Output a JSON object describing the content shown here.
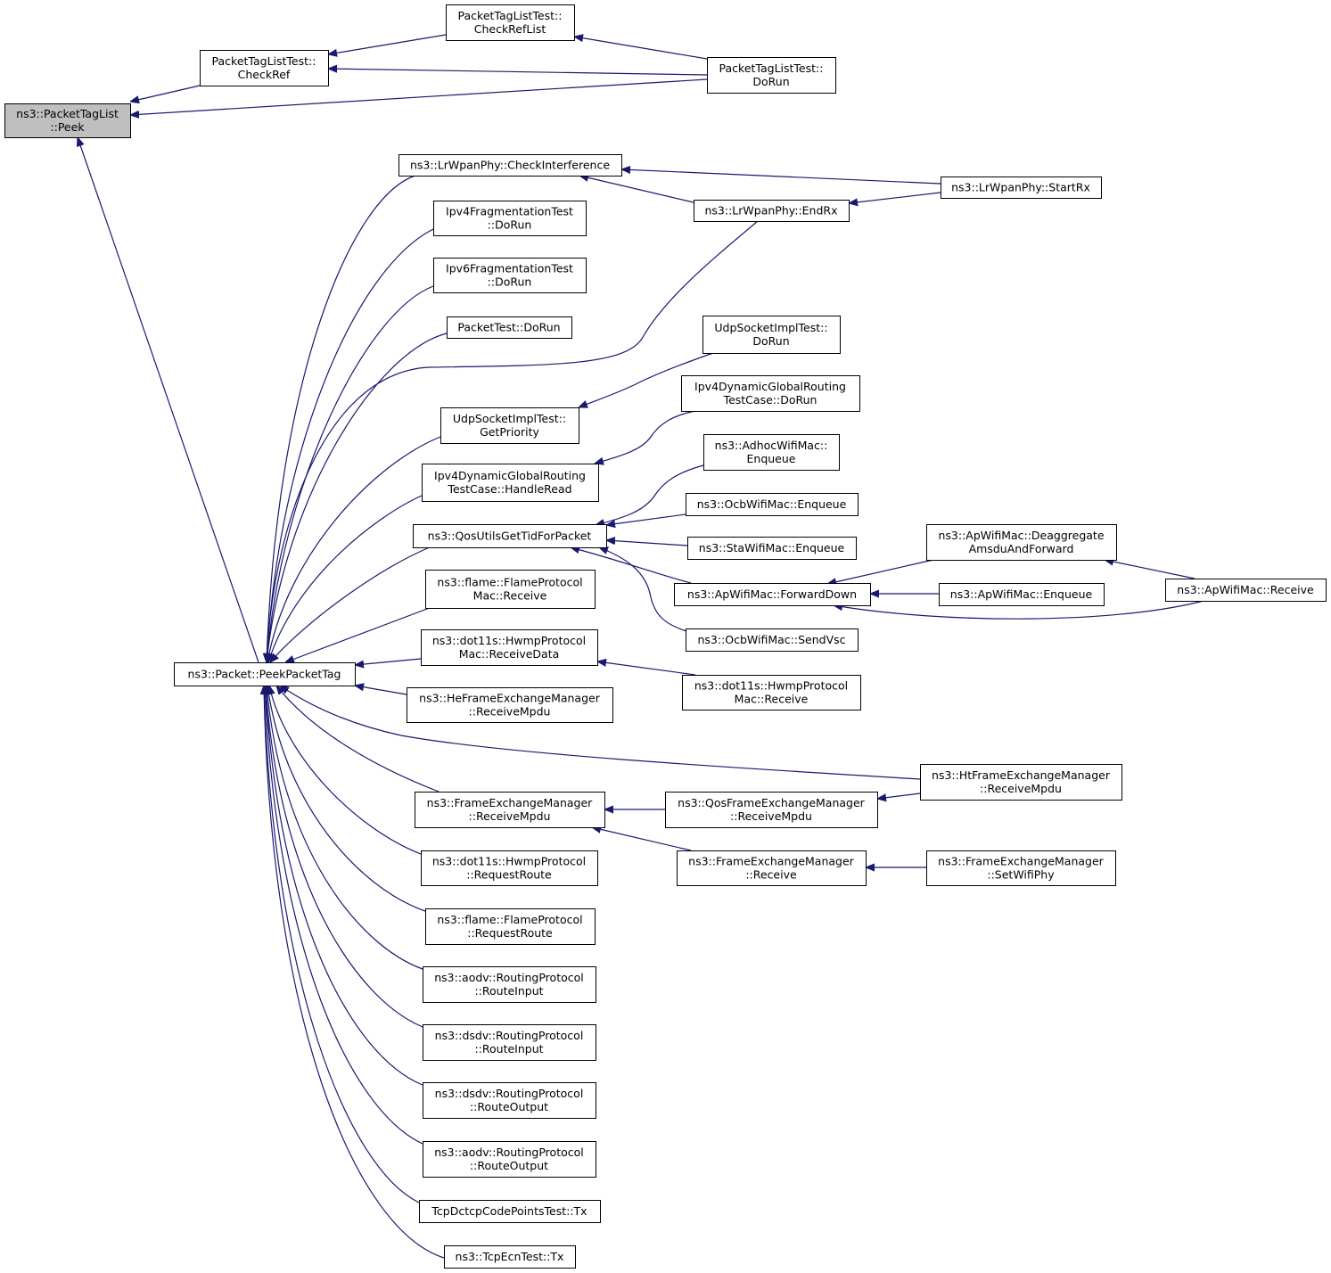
{
  "colors": {
    "edge": "#191970",
    "node_border": "#000000",
    "node_fill": "#ffffff",
    "root_fill": "#bfbfbf"
  },
  "nodes": [
    {
      "id": "peek",
      "lines": [
        "ns3::PacketTagList",
        "::Peek"
      ],
      "root": true
    },
    {
      "id": "checkref",
      "lines": [
        "PacketTagListTest::",
        "CheckRef"
      ]
    },
    {
      "id": "checkreflist",
      "lines": [
        "PacketTagListTest::",
        "CheckRefList"
      ]
    },
    {
      "id": "ptl-dorun",
      "lines": [
        "PacketTagListTest::",
        "DoRun"
      ]
    },
    {
      "id": "peekpackettag",
      "lines": [
        "ns3::Packet::PeekPacketTag"
      ]
    },
    {
      "id": "checkinterference",
      "lines": [
        "ns3::LrWpanPhy::CheckInterference"
      ]
    },
    {
      "id": "startrx",
      "lines": [
        "ns3::LrWpanPhy::StartRx"
      ]
    },
    {
      "id": "endrx",
      "lines": [
        "ns3::LrWpanPhy::EndRx"
      ]
    },
    {
      "id": "ipv4frag",
      "lines": [
        "Ipv4FragmentationTest",
        "::DoRun"
      ]
    },
    {
      "id": "ipv6frag",
      "lines": [
        "Ipv6FragmentationTest",
        "::DoRun"
      ]
    },
    {
      "id": "packettest",
      "lines": [
        "PacketTest::DoRun"
      ]
    },
    {
      "id": "udp-dorun",
      "lines": [
        "UdpSocketImplTest::",
        "DoRun"
      ]
    },
    {
      "id": "udp-getpriority",
      "lines": [
        "UdpSocketImplTest::",
        "GetPriority"
      ]
    },
    {
      "id": "ipv4dyn-dorun",
      "lines": [
        "Ipv4DynamicGlobalRouting",
        "TestCase::DoRun"
      ]
    },
    {
      "id": "ipv4dyn-handleread",
      "lines": [
        "Ipv4DynamicGlobalRouting",
        "TestCase::HandleRead"
      ]
    },
    {
      "id": "adhoc-enqueue",
      "lines": [
        "ns3::AdhocWifiMac::",
        "Enqueue"
      ]
    },
    {
      "id": "ocb-enqueue",
      "lines": [
        "ns3::OcbWifiMac::Enqueue"
      ]
    },
    {
      "id": "qosutils",
      "lines": [
        "ns3::QosUtilsGetTidForPacket"
      ]
    },
    {
      "id": "sta-enqueue",
      "lines": [
        "ns3::StaWifiMac::Enqueue"
      ]
    },
    {
      "id": "ap-deaggregate",
      "lines": [
        "ns3::ApWifiMac::Deaggregate",
        "AmsduAndForward"
      ]
    },
    {
      "id": "ap-forwarddown",
      "lines": [
        "ns3::ApWifiMac::ForwardDown"
      ]
    },
    {
      "id": "ap-enqueue",
      "lines": [
        "ns3::ApWifiMac::Enqueue"
      ]
    },
    {
      "id": "ap-receive",
      "lines": [
        "ns3::ApWifiMac::Receive"
      ]
    },
    {
      "id": "ocb-sendvsc",
      "lines": [
        "ns3::OcbWifiMac::SendVsc"
      ]
    },
    {
      "id": "flame-receive",
      "lines": [
        "ns3::flame::FlameProtocol",
        "Mac::Receive"
      ]
    },
    {
      "id": "hwmp-receivedata",
      "lines": [
        "ns3::dot11s::HwmpProtocol",
        "Mac::ReceiveData"
      ]
    },
    {
      "id": "hwmp-receive",
      "lines": [
        "ns3::dot11s::HwmpProtocol",
        "Mac::Receive"
      ]
    },
    {
      "id": "he-receivempdu",
      "lines": [
        "ns3::HeFrameExchangeManager",
        "::ReceiveMpdu"
      ]
    },
    {
      "id": "ht-receivempdu",
      "lines": [
        "ns3::HtFrameExchangeManager",
        "::ReceiveMpdu"
      ]
    },
    {
      "id": "fem-receivempdu",
      "lines": [
        "ns3::FrameExchangeManager",
        "::ReceiveMpdu"
      ]
    },
    {
      "id": "qosfem-receivempdu",
      "lines": [
        "ns3::QosFrameExchangeManager",
        "::ReceiveMpdu"
      ]
    },
    {
      "id": "fem-receive",
      "lines": [
        "ns3::FrameExchangeManager",
        "::Receive"
      ]
    },
    {
      "id": "fem-setwifiphy",
      "lines": [
        "ns3::FrameExchangeManager",
        "::SetWifiPhy"
      ]
    },
    {
      "id": "hwmp-requestroute",
      "lines": [
        "ns3::dot11s::HwmpProtocol",
        "::RequestRoute"
      ]
    },
    {
      "id": "flame-requestroute",
      "lines": [
        "ns3::flame::FlameProtocol",
        "::RequestRoute"
      ]
    },
    {
      "id": "aodv-routeinput",
      "lines": [
        "ns3::aodv::RoutingProtocol",
        "::RouteInput"
      ]
    },
    {
      "id": "dsdv-routeinput",
      "lines": [
        "ns3::dsdv::RoutingProtocol",
        "::RouteInput"
      ]
    },
    {
      "id": "dsdv-routeoutput",
      "lines": [
        "ns3::dsdv::RoutingProtocol",
        "::RouteOutput"
      ]
    },
    {
      "id": "aodv-routeoutput",
      "lines": [
        "ns3::aodv::RoutingProtocol",
        "::RouteOutput"
      ]
    },
    {
      "id": "tcpdctcp-tx",
      "lines": [
        "TcpDctcpCodePointsTest::Tx"
      ]
    },
    {
      "id": "tcpecn-tx",
      "lines": [
        "ns3::TcpEcnTest::Tx"
      ]
    }
  ],
  "edges": [
    {
      "from": "checkref",
      "to": "peek"
    },
    {
      "from": "ptl-dorun",
      "to": "peek"
    },
    {
      "from": "peekpackettag",
      "to": "peek"
    },
    {
      "from": "checkreflist",
      "to": "checkref"
    },
    {
      "from": "ptl-dorun",
      "to": "checkref"
    },
    {
      "from": "ptl-dorun",
      "to": "checkreflist"
    },
    {
      "from": "checkinterference",
      "to": "peekpackettag"
    },
    {
      "from": "ipv4frag",
      "to": "peekpackettag"
    },
    {
      "from": "ipv6frag",
      "to": "peekpackettag"
    },
    {
      "from": "packettest",
      "to": "peekpackettag"
    },
    {
      "from": "endrx",
      "to": "peekpackettag"
    },
    {
      "from": "udp-getpriority",
      "to": "peekpackettag"
    },
    {
      "from": "ipv4dyn-handleread",
      "to": "peekpackettag"
    },
    {
      "from": "qosutils",
      "to": "peekpackettag"
    },
    {
      "from": "flame-receive",
      "to": "peekpackettag"
    },
    {
      "from": "hwmp-receivedata",
      "to": "peekpackettag"
    },
    {
      "from": "he-receivempdu",
      "to": "peekpackettag"
    },
    {
      "from": "ht-receivempdu",
      "to": "peekpackettag"
    },
    {
      "from": "fem-receivempdu",
      "to": "peekpackettag"
    },
    {
      "from": "hwmp-requestroute",
      "to": "peekpackettag"
    },
    {
      "from": "flame-requestroute",
      "to": "peekpackettag"
    },
    {
      "from": "aodv-routeinput",
      "to": "peekpackettag"
    },
    {
      "from": "dsdv-routeinput",
      "to": "peekpackettag"
    },
    {
      "from": "dsdv-routeoutput",
      "to": "peekpackettag"
    },
    {
      "from": "aodv-routeoutput",
      "to": "peekpackettag"
    },
    {
      "from": "tcpdctcp-tx",
      "to": "peekpackettag"
    },
    {
      "from": "tcpecn-tx",
      "to": "peekpackettag"
    },
    {
      "from": "startrx",
      "to": "checkinterference"
    },
    {
      "from": "endrx",
      "to": "checkinterference"
    },
    {
      "from": "startrx",
      "to": "endrx"
    },
    {
      "from": "udp-dorun",
      "to": "udp-getpriority"
    },
    {
      "from": "ipv4dyn-dorun",
      "to": "ipv4dyn-handleread"
    },
    {
      "from": "adhoc-enqueue",
      "to": "qosutils"
    },
    {
      "from": "ocb-enqueue",
      "to": "qosutils"
    },
    {
      "from": "sta-enqueue",
      "to": "qosutils"
    },
    {
      "from": "ap-forwarddown",
      "to": "qosutils"
    },
    {
      "from": "ocb-sendvsc",
      "to": "qosutils"
    },
    {
      "from": "ap-deaggregate",
      "to": "ap-forwarddown"
    },
    {
      "from": "ap-enqueue",
      "to": "ap-forwarddown"
    },
    {
      "from": "ap-receive",
      "to": "ap-forwarddown"
    },
    {
      "from": "ap-receive",
      "to": "ap-deaggregate"
    },
    {
      "from": "hwmp-receive",
      "to": "hwmp-receivedata"
    },
    {
      "from": "qosfem-receivempdu",
      "to": "fem-receivempdu"
    },
    {
      "from": "fem-receive",
      "to": "fem-receivempdu"
    },
    {
      "from": "ht-receivempdu",
      "to": "qosfem-receivempdu"
    },
    {
      "from": "fem-setwifiphy",
      "to": "fem-receive"
    }
  ]
}
